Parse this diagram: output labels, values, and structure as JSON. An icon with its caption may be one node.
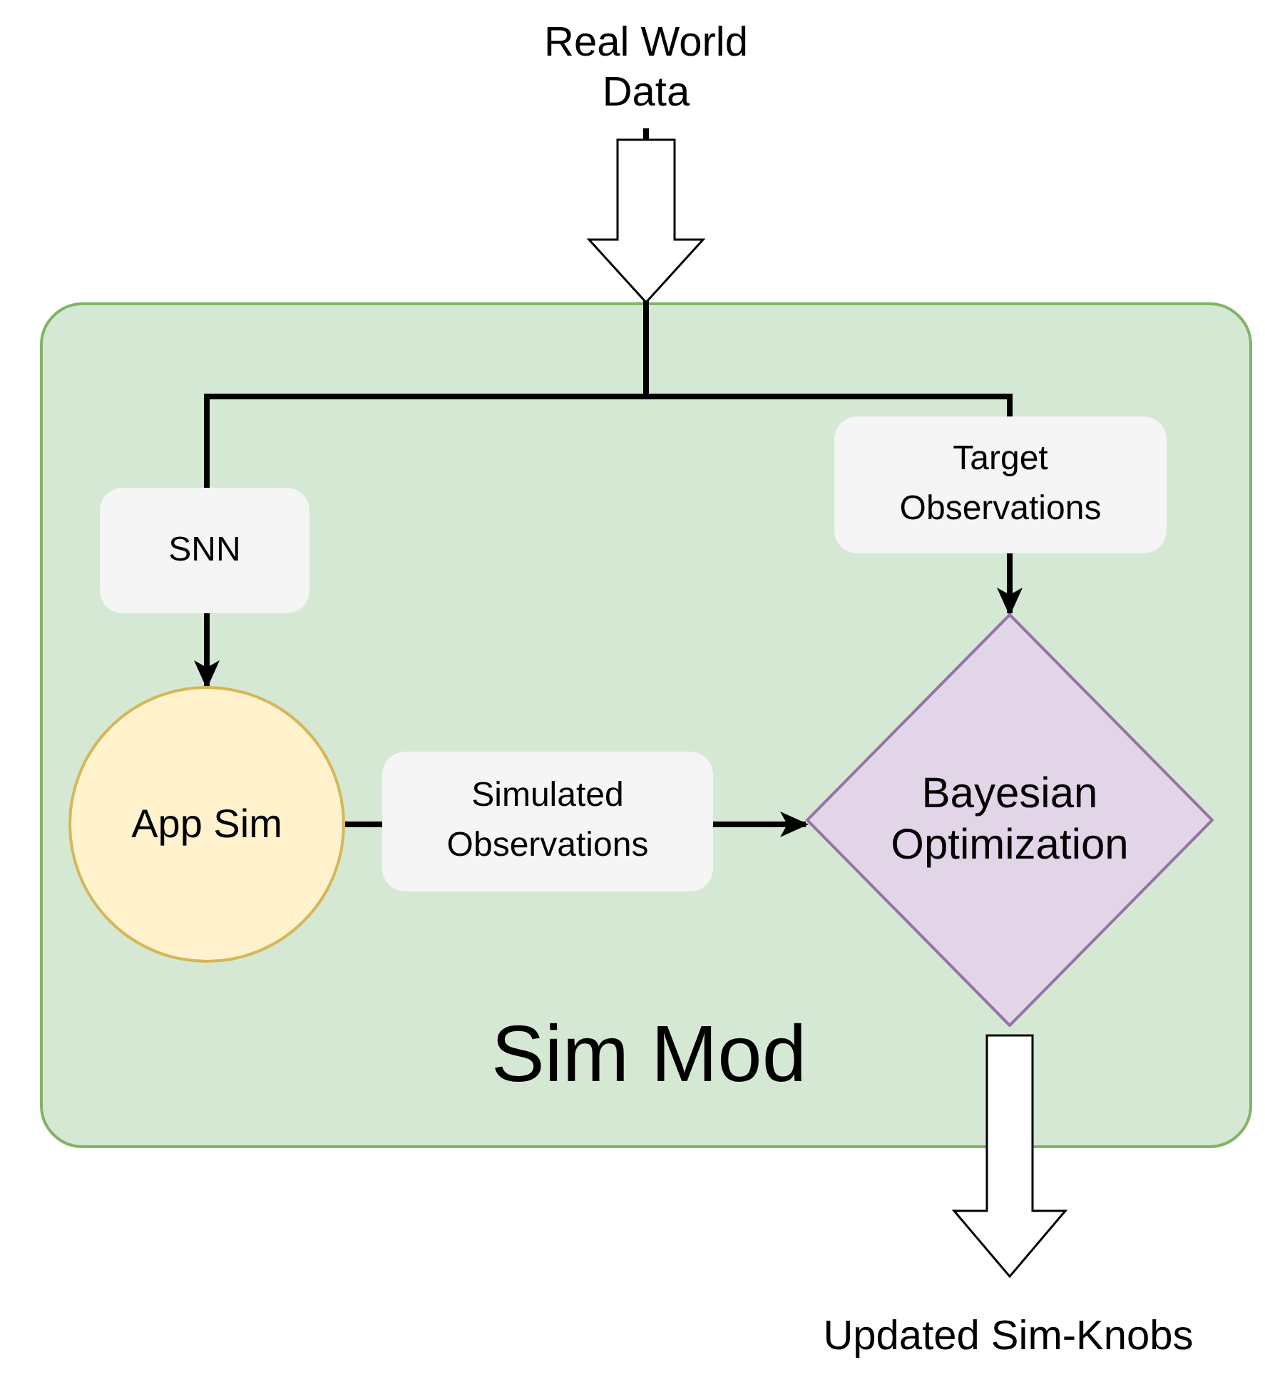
{
  "diagram": {
    "nodes": [
      {
        "text": [
          "Real World Data"
        ]
      },
      {
        "text": [
          "Sim Mod"
        ]
      },
      {
        "text": [
          "App Sim"
        ],
        "in": 1
      },
      {
        "text": [
          "Bayesian Optimization"
        ],
        "in": 1
      },
      {
        "text": [
          "Updated Sim-Knobs"
        ]
      }
    ],
    "edges": [
      {
        "from": 0,
        "to": 2,
        "arrow": "to",
        "label": "SNN"
      },
      {
        "from": 0,
        "to": 3,
        "arrow": "to",
        "label": "Target Observations"
      },
      {
        "from": 2,
        "to": 3,
        "arrow": "to",
        "label": "Simulated Observations"
      },
      {
        "from": 3,
        "to": 4,
        "arrow": "to"
      }
    ]
  }
}
